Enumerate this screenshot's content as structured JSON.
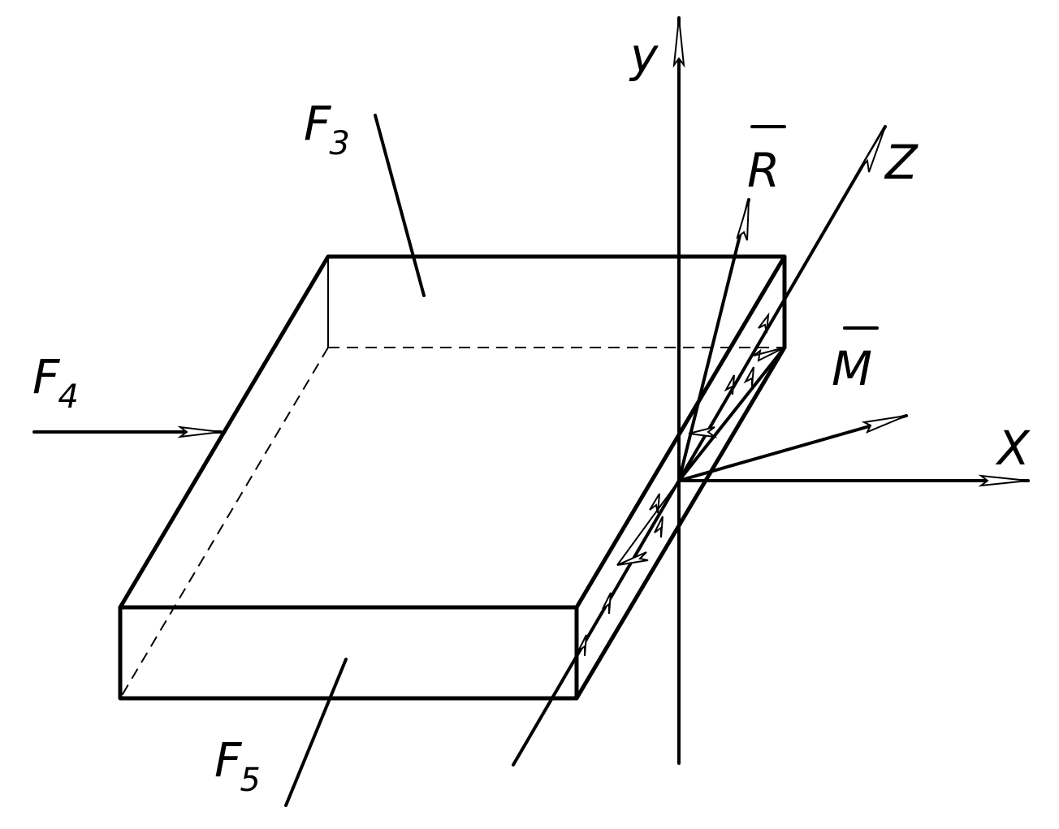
{
  "labels": {
    "y_axis": "y",
    "z_axis": "Z",
    "x_axis": "X",
    "resultant": "R",
    "moment": "M",
    "force3": {
      "letter": "F",
      "index": "3"
    },
    "force4": {
      "letter": "F",
      "index": "4"
    },
    "force5": {
      "letter": "F",
      "index": "5"
    }
  }
}
